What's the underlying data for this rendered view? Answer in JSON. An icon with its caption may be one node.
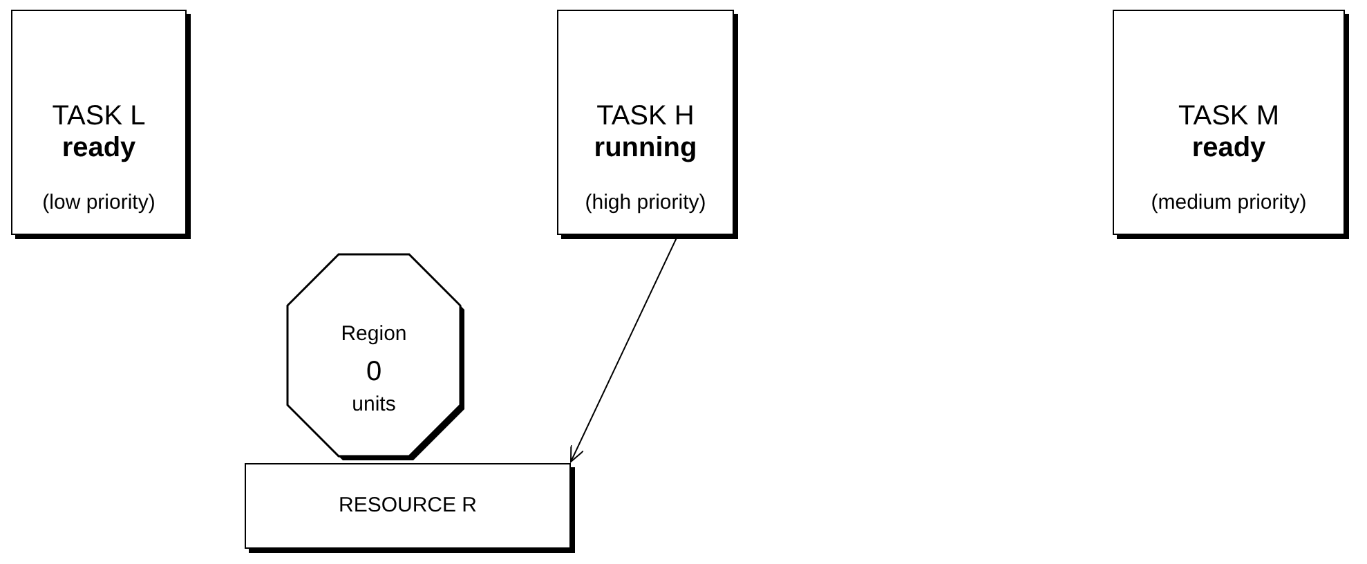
{
  "diagram": {
    "nodes": [
      {
        "text": [
          "TASK L",
          "ready",
          "(low priority)"
        ]
      },
      {
        "text": [
          "TASK H",
          "running",
          "(high priority)"
        ]
      },
      {
        "text": [
          "TASK M",
          "ready",
          "(medium priority)"
        ]
      },
      {
        "text": [
          "Region",
          "0",
          "units"
        ]
      },
      {
        "text": [
          "RESOURCE R"
        ]
      }
    ],
    "edges": [
      {
        "from": 1,
        "to": 4,
        "arrow": "to"
      }
    ]
  }
}
